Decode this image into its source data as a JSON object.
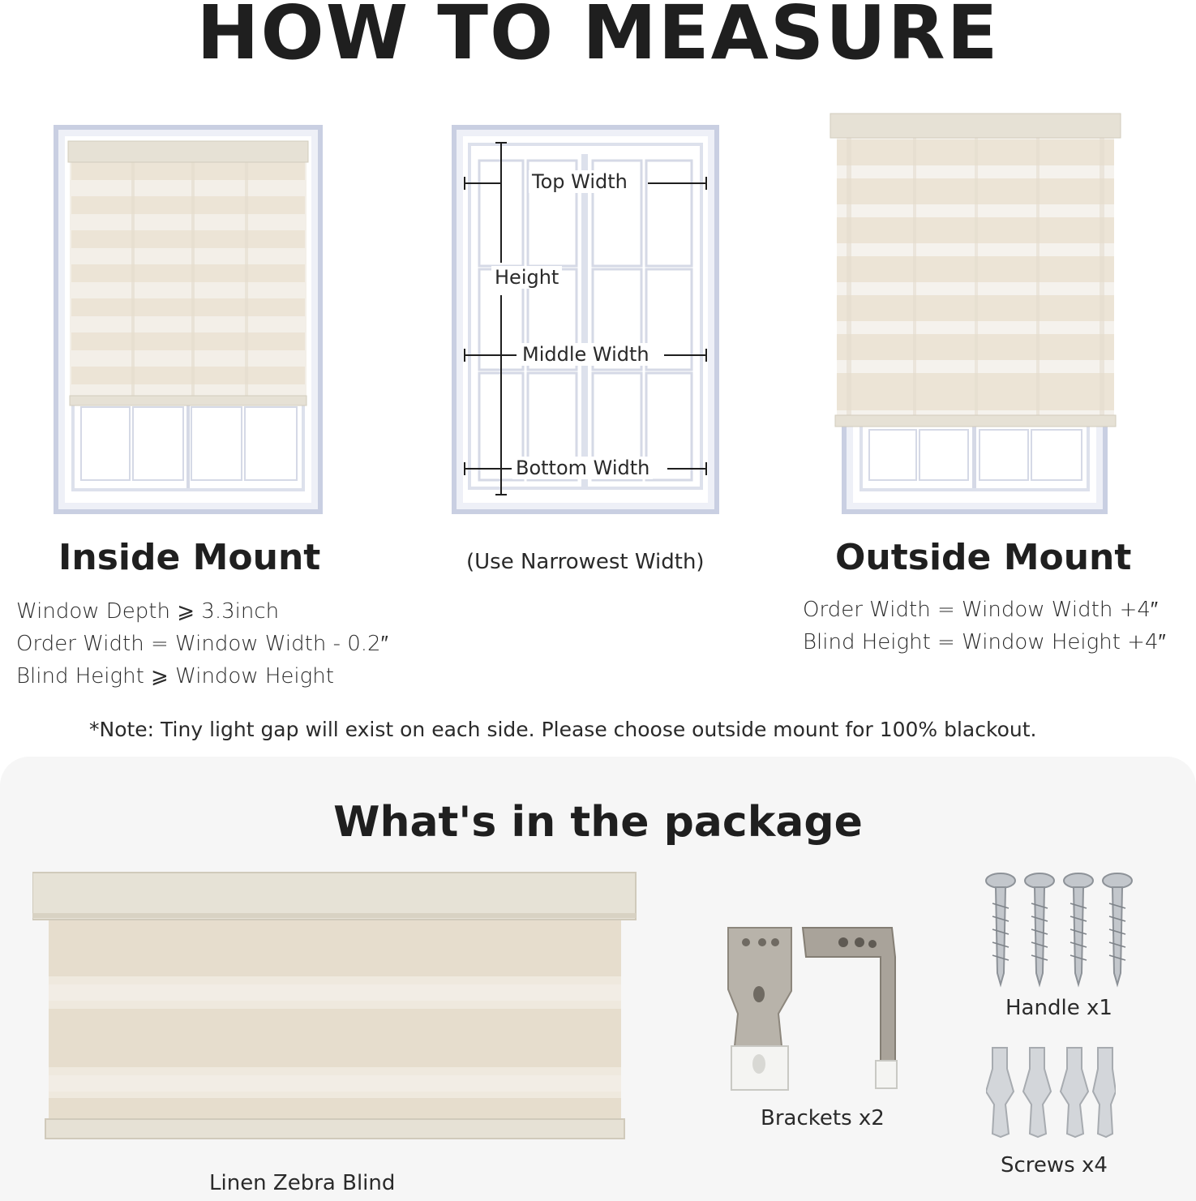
{
  "title": "HOW TO MEASURE",
  "inside_mount": {
    "heading": "Inside Mount",
    "specs": [
      "Window  Depth ⩾ 3.3inch",
      "Order Width = Window Width - 0.2″",
      "Blind Height ⩾ Window Height"
    ]
  },
  "measure_diagram": {
    "top_width": "Top Width",
    "height": "Height",
    "middle_width": "Middle Width",
    "bottom_width": "Bottom Width",
    "caption": "(Use Narrowest Width)"
  },
  "outside_mount": {
    "heading": "Outside Mount",
    "specs": [
      "Order Width = Window Width +4″",
      "Blind Height = Window Height +4″"
    ]
  },
  "note": "*Note: Tiny light gap will exist on each side. Please choose outside mount for 100% blackout.",
  "package": {
    "title": "What's in the package",
    "items": {
      "blind": "Linen Zebra Blind",
      "brackets": "Brackets x2",
      "handle": "Handle x1",
      "screws": "Screws x4"
    }
  },
  "colors": {
    "frame": "#c9cfe2",
    "frame_inner": "#ffffff",
    "linen": "#ece4d6",
    "linen_band": "#e2d8c6",
    "sheer": "#f4f1ec",
    "cassette": "#e6e1d5",
    "panel_bg": "#f6f6f6"
  }
}
